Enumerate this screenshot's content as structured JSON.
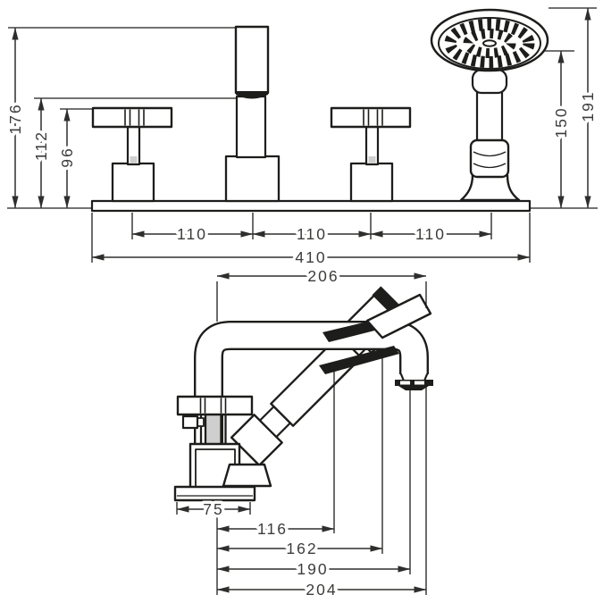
{
  "drawing": {
    "background": "#ffffff",
    "line_color": "#1d1d1b",
    "dimension_line_color": "#2e2e2d",
    "text_color": "#3c3c3b",
    "dims": {
      "front": {
        "total_height": "176",
        "spout_height": "112",
        "handle_height": "96",
        "shower_height": "150",
        "shower_total_height": "191",
        "hole_spacing": [
          "110",
          "110",
          "110"
        ],
        "total_width": "410"
      },
      "side": {
        "spout_reach": "206",
        "base_width": "75",
        "shower_holder_offset": "116",
        "spout_bend_offset": "162",
        "outlet_offset": "190",
        "overall_depth": "204"
      }
    }
  }
}
